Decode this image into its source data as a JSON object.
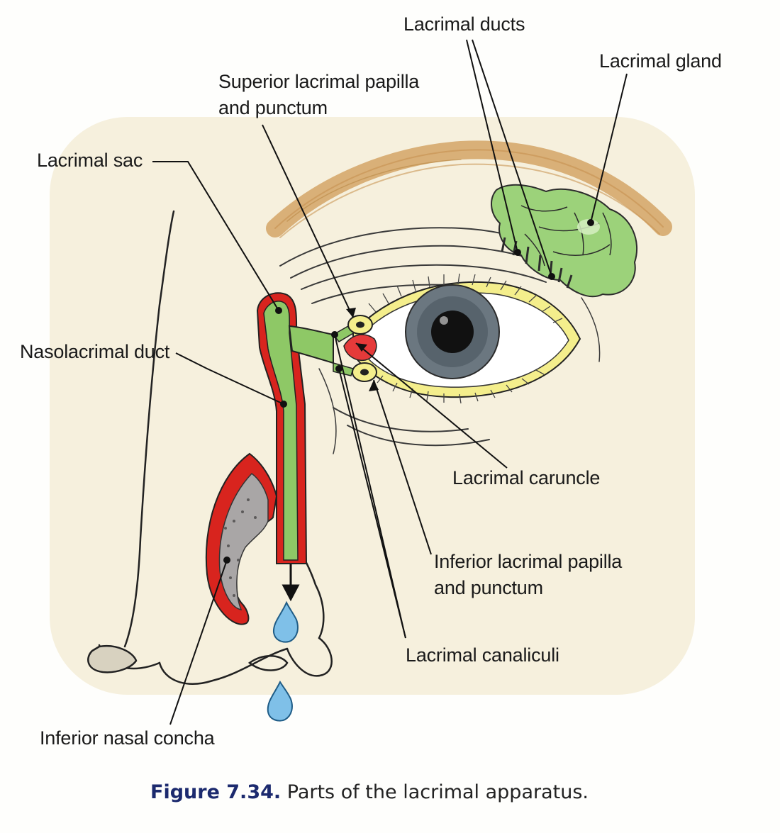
{
  "labels": {
    "lacrimal_ducts": "Lacrimal ducts",
    "lacrimal_gland": "Lacrimal gland",
    "superior_papilla_line1": "Superior lacrimal papilla",
    "superior_papilla_line2": "and punctum",
    "lacrimal_sac": "Lacrimal sac",
    "nasolacrimal_duct": "Nasolacrimal duct",
    "lacrimal_caruncle": "Lacrimal caruncle",
    "inferior_papilla_line1": "Inferior lacrimal papilla",
    "inferior_papilla_line2": "and punctum",
    "lacrimal_canaliculi": "Lacrimal canaliculi",
    "inferior_nasal_concha": "Inferior nasal concha"
  },
  "caption": {
    "number": "Figure 7.34.",
    "text": "Parts of the lacrimal apparatus."
  },
  "colors": {
    "background_tint": "#f6f0dd",
    "gland_green": "#9cd27a",
    "duct_green": "#8ec866",
    "duct_red": "#d8241e",
    "canal_yellow": "#f4ee8c",
    "iris": "#6b7780",
    "eyebrow": "#d9b078",
    "concha_gray": "#a9a6a6",
    "tear_blue": "#7fc0e8",
    "caption_blue": "#1c2a6e"
  }
}
